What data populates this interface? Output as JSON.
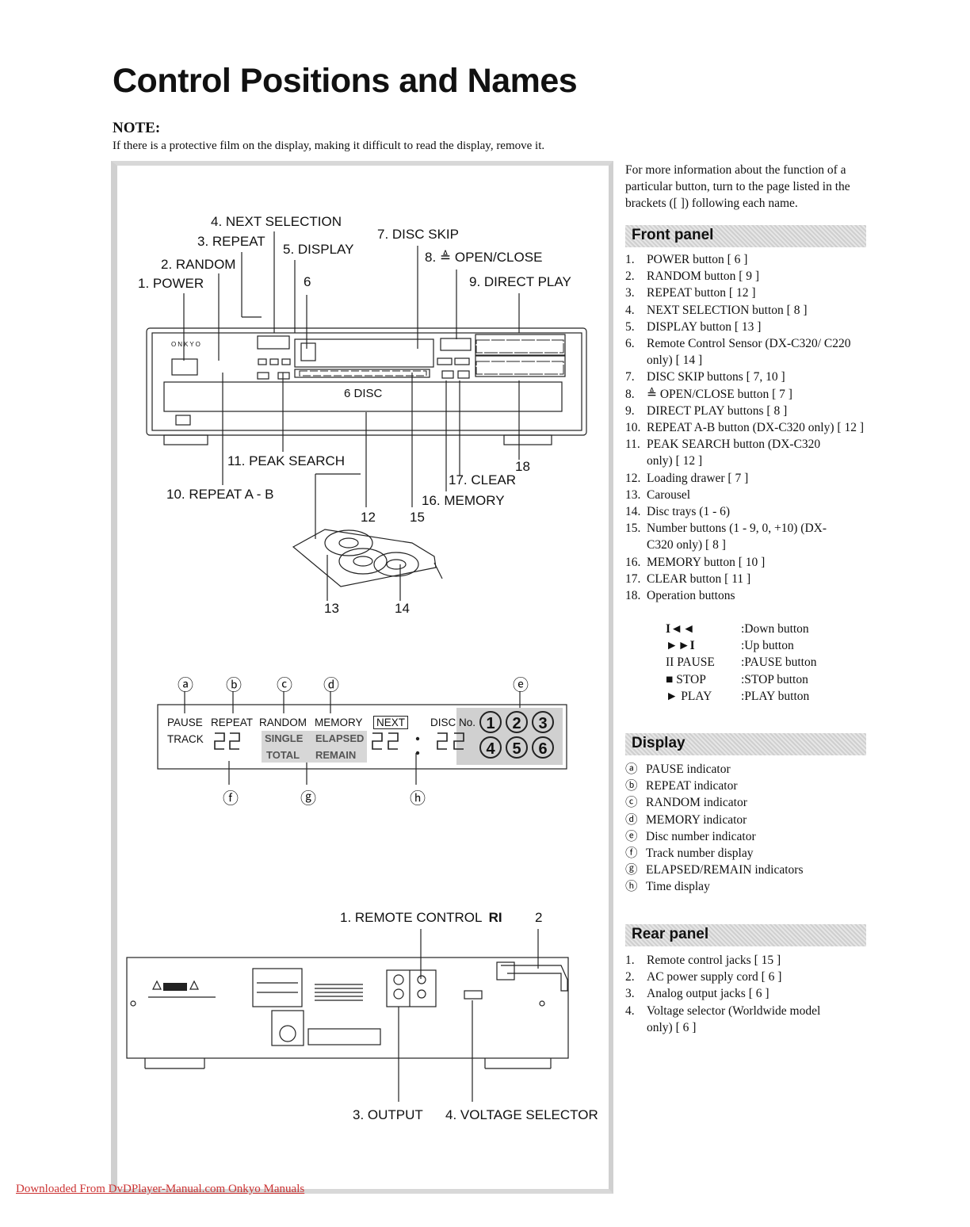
{
  "title": "Control Positions and Names",
  "note": {
    "heading": "NOTE:",
    "text": "If there is a protective film on the display, making it difficult to read the display, remove it."
  },
  "front_labels": {
    "l1": "1. POWER",
    "l2": "2. RANDOM",
    "l3": "3. REPEAT",
    "l4": "4. NEXT SELECTION",
    "l5": "5. DISPLAY",
    "l6": "6",
    "l7": "7. DISC SKIP",
    "l8": "8. ≜ OPEN/CLOSE",
    "l9": "9. DIRECT PLAY",
    "l10": "10. REPEAT A - B",
    "l11": "11. PEAK SEARCH",
    "l12": "12",
    "l13": "13",
    "l14": "14",
    "l15": "15",
    "l16": "16. MEMORY",
    "l17": "17. CLEAR",
    "l18": "18",
    "brand": "ONKYO",
    "disc_label": "6 DISC"
  },
  "display_panel": {
    "letters": [
      "ⓐ",
      "ⓑ",
      "ⓒ",
      "ⓓ",
      "ⓔ",
      "ⓕ",
      "ⓖ",
      "ⓗ"
    ],
    "pause": "PAUSE",
    "repeat": "REPEAT",
    "random": "RANDOM",
    "memory": "MEMORY",
    "next": "NEXT",
    "disc_no": "DISC No.",
    "track": "TRACK",
    "single": "SINGLE",
    "elapsed": "ELAPSED",
    "total": "TOTAL",
    "remain": "REMAIN",
    "discs": [
      "1",
      "2",
      "3",
      "4",
      "5",
      "6"
    ]
  },
  "rear_labels": {
    "r1": "1. REMOTE CONTROL",
    "r1_mark": "RI",
    "r2": "2",
    "r3": "3. OUTPUT",
    "r4": "4. VOLTAGE SELECTOR"
  },
  "right": {
    "intro": "For more information about the function of a particular button, turn to the page listed in the brackets ([  ]) following each name.",
    "front_panel": {
      "heading": "Front panel",
      "items": [
        {
          "n": "1.",
          "t": "POWER button [ 6 ]"
        },
        {
          "n": "2.",
          "t": "RANDOM button [ 9 ]"
        },
        {
          "n": "3.",
          "t": "REPEAT button [ 12 ]"
        },
        {
          "n": "4.",
          "t": "NEXT SELECTION button [ 8 ]"
        },
        {
          "n": "5.",
          "t": "DISPLAY button [ 13 ]"
        },
        {
          "n": "6.",
          "t": "Remote Control Sensor (DX-C320/ C220 only) [ 14 ]"
        },
        {
          "n": "7.",
          "t": "DISC SKIP buttons [ 7, 10 ]"
        },
        {
          "n": "8.",
          "t": "≜ OPEN/CLOSE button [ 7 ]"
        },
        {
          "n": "9.",
          "t": "DIRECT PLAY buttons [ 8 ]"
        },
        {
          "n": "10.",
          "t": "REPEAT A-B button (DX-C320 only) [ 12 ]"
        },
        {
          "n": "11.",
          "t": "PEAK SEARCH button (DX-C320 only) [ 12 ]"
        },
        {
          "n": "12.",
          "t": "Loading drawer [ 7 ]"
        },
        {
          "n": "13.",
          "t": "Carousel"
        },
        {
          "n": "14.",
          "t": "Disc trays (1 - 6)"
        },
        {
          "n": "15.",
          "t": "Number buttons (1 - 9, 0, +10) (DX-C320 only) [ 8 ]"
        },
        {
          "n": "16.",
          "t": "MEMORY button [ 10 ]"
        },
        {
          "n": "17.",
          "t": "CLEAR button [ 11 ]"
        },
        {
          "n": "18.",
          "t": "Operation buttons"
        }
      ],
      "operations": [
        {
          "k": "I◄◄",
          "v": ":Down button"
        },
        {
          "k": "►►I",
          "v": ":Up button"
        },
        {
          "k": "II PAUSE",
          "v": ":PAUSE button"
        },
        {
          "k": "■ STOP",
          "v": ":STOP button"
        },
        {
          "k": "► PLAY",
          "v": ":PLAY button"
        }
      ]
    },
    "display": {
      "heading": "Display",
      "items": [
        {
          "c": "ⓐ",
          "t": "PAUSE indicator"
        },
        {
          "c": "ⓑ",
          "t": "REPEAT indicator"
        },
        {
          "c": "ⓒ",
          "t": "RANDOM indicator"
        },
        {
          "c": "ⓓ",
          "t": "MEMORY indicator"
        },
        {
          "c": "ⓔ",
          "t": "Disc number indicator"
        },
        {
          "c": "ⓕ",
          "t": "Track number display"
        },
        {
          "c": "ⓖ",
          "t": "ELAPSED/REMAIN indicators"
        },
        {
          "c": "ⓗ",
          "t": "Time display"
        }
      ]
    },
    "rear_panel": {
      "heading": "Rear panel",
      "items": [
        {
          "n": "1.",
          "t": "Remote control jacks [ 15 ]"
        },
        {
          "n": "2.",
          "t": "AC power supply cord [ 6 ]"
        },
        {
          "n": "3.",
          "t": "Analog output jacks [ 6 ]"
        },
        {
          "n": "4.",
          "t": "Voltage selector (Worldwide model only) [ 6 ]"
        }
      ]
    }
  },
  "footer": "Downloaded From DvDPlayer-Manual.com Onkyo Manuals"
}
